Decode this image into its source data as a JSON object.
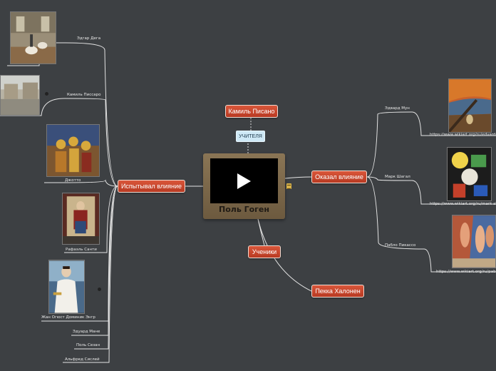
{
  "central": {
    "title": "Поль Гоген"
  },
  "nodes": {
    "influenced_by": "Испытывал влияние",
    "influenced": "Оказал влияние",
    "teachers_label": "УЧИТЕЛЯ",
    "teacher": "Камиль Писано",
    "students": "Ученики",
    "student": "Пекка Халонен"
  },
  "left_items": [
    "Эдгар Дега",
    "Камиль Писсаро",
    "Джотто",
    "Рафаэль Санти",
    "Жан Огюст Доминик Энгр",
    "Эдуард Мане",
    "Поль Сезан",
    "Альфред Сислей"
  ],
  "right_items": [
    {
      "name": "Эдвард Мун",
      "url": "https://www.wikiart.org/ru/edvard-munk"
    },
    {
      "name": "Марк Шагал",
      "url": "https://www.wikiart.org/ru/mark-shagal"
    },
    {
      "name": "Пабло Пикассо",
      "url": "https://www.wikiart.org/ru/pablo-pikasso"
    }
  ],
  "colors": {
    "background": "#3d4043",
    "topic_node": "#c8462c",
    "label_node": "#cfe9f6",
    "central_node": "#7a6649",
    "links": "#e4e4e4"
  }
}
